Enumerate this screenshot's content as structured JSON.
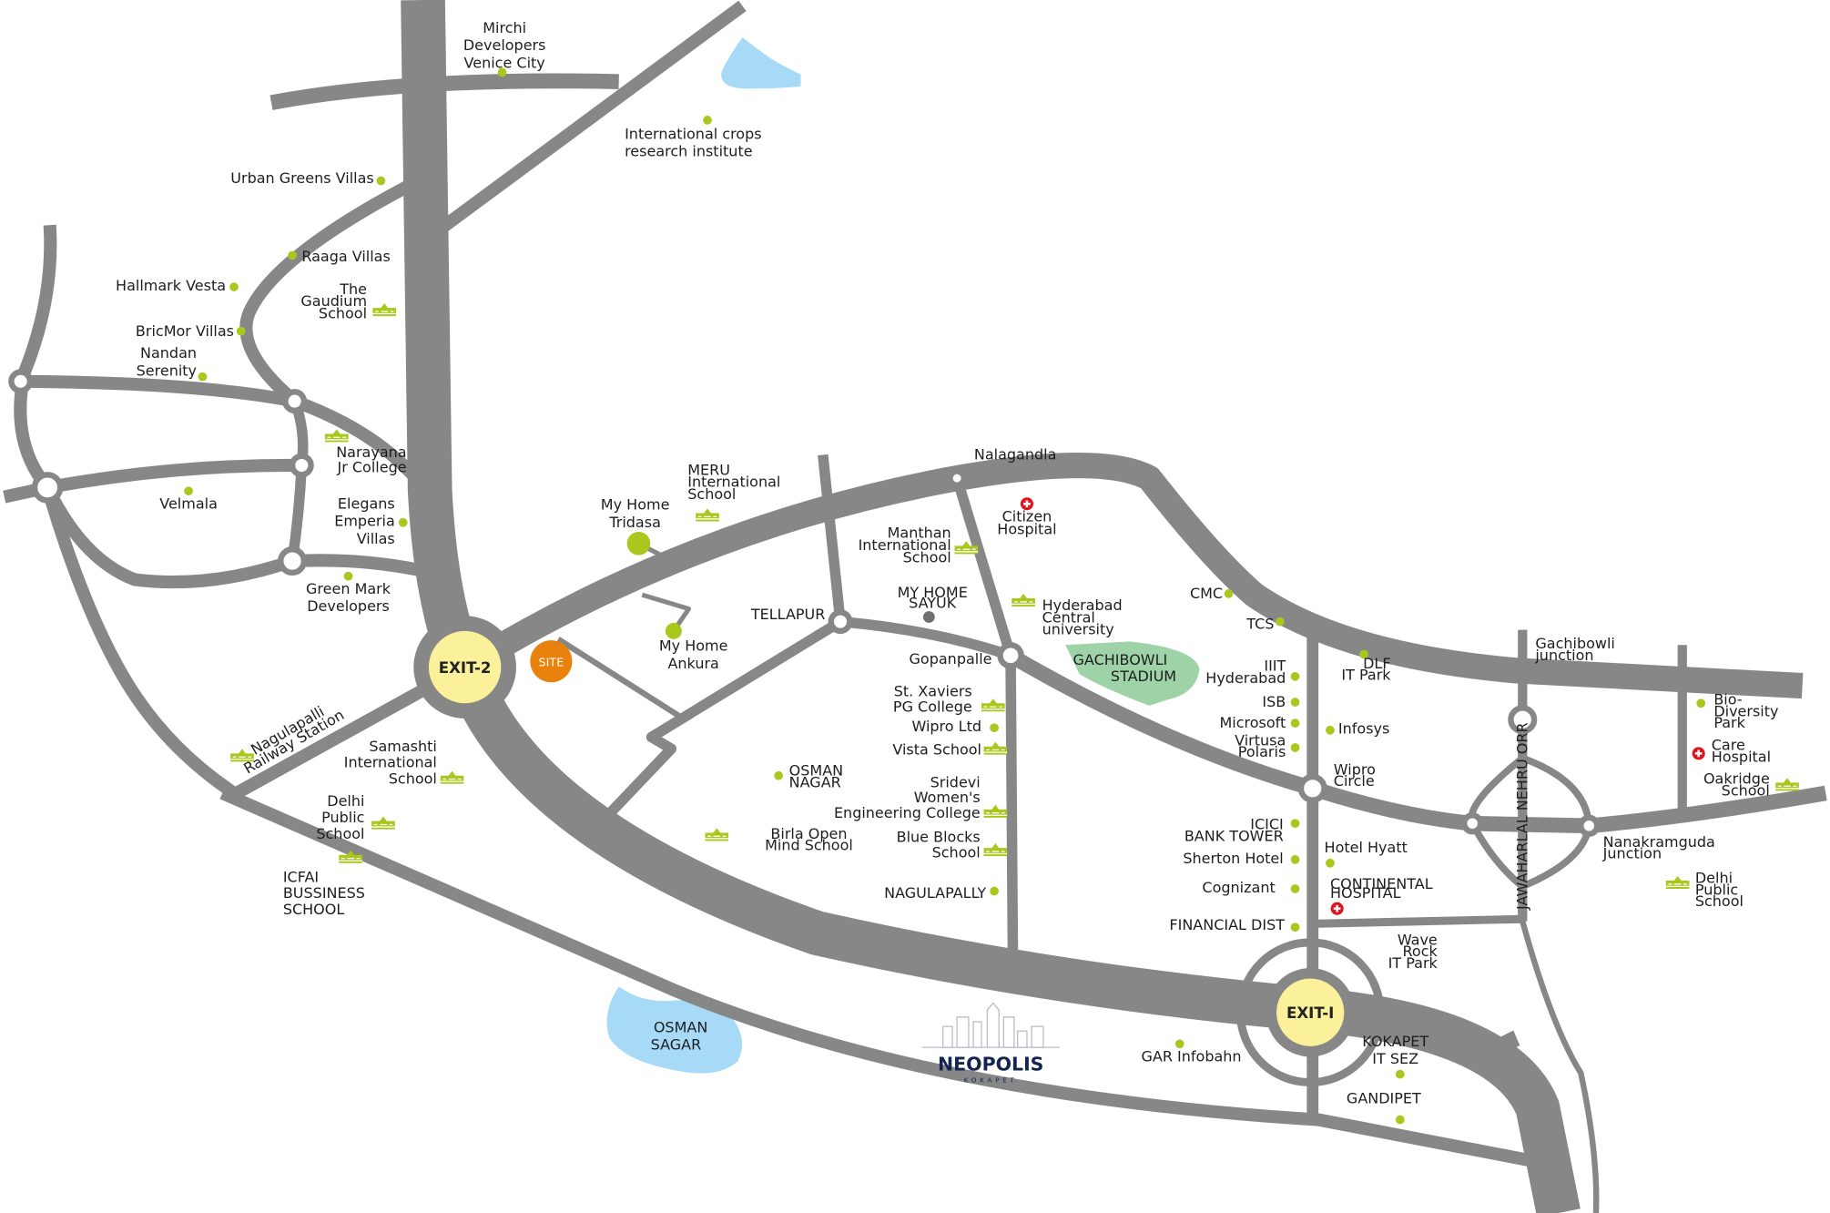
{
  "title": "Neopolis Kokapet location map",
  "brand": {
    "name": "NEOPOLIS",
    "sub": "KOKAPET"
  },
  "exits": {
    "exit2": "EXIT-2",
    "exit1": "EXIT-I",
    "site": "SITE"
  },
  "colors": {
    "road": "#878787",
    "poi": "#a8c81e",
    "water": "#a6daf6",
    "stadium": "#9ed3a8",
    "exit": "#fbf19a",
    "site": "#e8820c",
    "hospital": "#e0141e",
    "brand": "#13244f"
  },
  "areas": {
    "osman_sagar": [
      "OSMAN",
      "SAGAR"
    ],
    "stadium": [
      "GACHIBOWLI",
      "STADIUM"
    ],
    "orr": "JAWAHARLAL NEHRU ORR"
  },
  "pois": [
    {
      "id": "mirchi",
      "lines": [
        "Mirchi",
        "Developers",
        "Venice City"
      ],
      "icon": "dot"
    },
    {
      "id": "icrisat",
      "lines": [
        "International crops",
        "research institute"
      ],
      "icon": "dot"
    },
    {
      "id": "urban",
      "lines": [
        "Urban Greens Villas"
      ],
      "icon": "dot"
    },
    {
      "id": "raaga",
      "lines": [
        "Raaga Villas"
      ],
      "icon": "dot"
    },
    {
      "id": "hallmark",
      "lines": [
        "Hallmark Vesta"
      ],
      "icon": "dot"
    },
    {
      "id": "gaudium",
      "lines": [
        "The",
        "Gaudium",
        "School"
      ],
      "icon": "school"
    },
    {
      "id": "bricmor",
      "lines": [
        "BricMor Villas"
      ],
      "icon": "dot"
    },
    {
      "id": "nandan",
      "lines": [
        "Nandan",
        "Serenity"
      ],
      "icon": "dot"
    },
    {
      "id": "narayana",
      "lines": [
        "Narayana",
        "Jr College"
      ],
      "icon": "school"
    },
    {
      "id": "velmala",
      "lines": [
        "Velmala"
      ],
      "icon": "dot"
    },
    {
      "id": "elegans",
      "lines": [
        "Elegans",
        "Emperia",
        "Villas"
      ],
      "icon": "dot"
    },
    {
      "id": "greenmark",
      "lines": [
        "Green Mark",
        "Developers"
      ],
      "icon": "dot"
    },
    {
      "id": "nagulapalli_rs",
      "lines": [
        "Nagulapalli",
        "Railway Station"
      ],
      "icon": "school"
    },
    {
      "id": "samashti",
      "lines": [
        "Samashti",
        "International",
        "School"
      ],
      "icon": "school"
    },
    {
      "id": "dps_left",
      "lines": [
        "Delhi",
        "Public",
        "School"
      ],
      "icon": "school"
    },
    {
      "id": "icfai",
      "lines": [
        "ICFAI",
        "BUSSINESS",
        "SCHOOL"
      ],
      "icon": "school"
    },
    {
      "id": "meru",
      "lines": [
        "MERU",
        "International",
        "School"
      ],
      "icon": "school"
    },
    {
      "id": "tridasa",
      "lines": [
        "My Home",
        "Tridasa"
      ],
      "icon": "bigdot"
    },
    {
      "id": "ankura",
      "lines": [
        "My Home",
        "Ankura"
      ],
      "icon": "bigdot"
    },
    {
      "id": "manthan",
      "lines": [
        "Manthan",
        "International",
        "School"
      ],
      "icon": "school"
    },
    {
      "id": "nalagandla",
      "lines": [
        "Nalagandla"
      ],
      "icon": "none"
    },
    {
      "id": "citizen",
      "lines": [
        "Citizen",
        "Hospital"
      ],
      "icon": "hospital"
    },
    {
      "id": "hcu",
      "lines": [
        "Hyderabad",
        "Central",
        "university"
      ],
      "icon": "school"
    },
    {
      "id": "sayuk",
      "lines": [
        "MY HOME",
        "SAYUK"
      ],
      "icon": "graydot"
    },
    {
      "id": "tellapur",
      "lines": [
        "TELLAPUR"
      ],
      "icon": "none"
    },
    {
      "id": "gopanpalle",
      "lines": [
        "Gopanpalle"
      ],
      "icon": "none"
    },
    {
      "id": "cmc",
      "lines": [
        "CMC"
      ],
      "icon": "dot"
    },
    {
      "id": "tcs",
      "lines": [
        "TCS"
      ],
      "icon": "dot"
    },
    {
      "id": "dlf",
      "lines": [
        "DLF",
        "IT Park"
      ],
      "icon": "dot"
    },
    {
      "id": "iiit",
      "lines": [
        "IIIT",
        "Hyderabad"
      ],
      "icon": "dot"
    },
    {
      "id": "isb",
      "lines": [
        "ISB"
      ],
      "icon": "dot"
    },
    {
      "id": "microsoft",
      "lines": [
        "Microsoft"
      ],
      "icon": "dot"
    },
    {
      "id": "infosys",
      "lines": [
        "Infosys"
      ],
      "icon": "dot"
    },
    {
      "id": "virtusa",
      "lines": [
        "Virtusa",
        "Polaris"
      ],
      "icon": "dot"
    },
    {
      "id": "wipro_circle",
      "lines": [
        "Wipro",
        "Circle"
      ],
      "icon": "none"
    },
    {
      "id": "gachibowli_jn",
      "lines": [
        "Gachibowli",
        "junction"
      ],
      "icon": "none"
    },
    {
      "id": "biodiversity",
      "lines": [
        "Bio-",
        "Diversity",
        "Park"
      ],
      "icon": "dot"
    },
    {
      "id": "care",
      "lines": [
        "Care",
        "Hospital"
      ],
      "icon": "hospital"
    },
    {
      "id": "oakridge",
      "lines": [
        "Oakridge",
        "School"
      ],
      "icon": "school"
    },
    {
      "id": "nanakramguda",
      "lines": [
        "Nanakramguda",
        "Junction"
      ],
      "icon": "none"
    },
    {
      "id": "dps_right",
      "lines": [
        "Delhi",
        "Public",
        "School"
      ],
      "icon": "school"
    },
    {
      "id": "icici",
      "lines": [
        "ICICI",
        "BANK TOWER"
      ],
      "icon": "dot"
    },
    {
      "id": "hyatt",
      "lines": [
        "Hotel Hyatt"
      ],
      "icon": "dot"
    },
    {
      "id": "sherton",
      "lines": [
        "Sherton Hotel"
      ],
      "icon": "dot"
    },
    {
      "id": "cognizant",
      "lines": [
        "Cognizant"
      ],
      "icon": "dot"
    },
    {
      "id": "continental",
      "lines": [
        "CONTINENTAL",
        "HOSPITAL"
      ],
      "icon": "hospital"
    },
    {
      "id": "findist",
      "lines": [
        "FINANCIAL DIST"
      ],
      "icon": "dot"
    },
    {
      "id": "waverock",
      "lines": [
        "Wave",
        "Rock",
        "IT Park"
      ],
      "icon": "none"
    },
    {
      "id": "kokapet_sez",
      "lines": [
        "KOKAPET",
        "IT SEZ"
      ],
      "icon": "dot"
    },
    {
      "id": "gar",
      "lines": [
        "GAR Infobahn"
      ],
      "icon": "dot"
    },
    {
      "id": "gandipet",
      "lines": [
        "GANDIPET"
      ],
      "icon": "dot"
    },
    {
      "id": "nagulapally",
      "lines": [
        "NAGULAPALLY"
      ],
      "icon": "dot"
    },
    {
      "id": "xaviers",
      "lines": [
        "St. Xaviers",
        "PG College"
      ],
      "icon": "school"
    },
    {
      "id": "wiproltd",
      "lines": [
        "Wipro Ltd"
      ],
      "icon": "dot"
    },
    {
      "id": "vista",
      "lines": [
        "Vista School"
      ],
      "icon": "school"
    },
    {
      "id": "osmannagar",
      "lines": [
        "OSMAN",
        "NAGAR"
      ],
      "icon": "dot"
    },
    {
      "id": "sridevi",
      "lines": [
        "Sridevi",
        "Women's",
        "Engineering College"
      ],
      "icon": "school"
    },
    {
      "id": "birla",
      "lines": [
        "Birla Open",
        "Mind School"
      ],
      "icon": "school"
    },
    {
      "id": "blueblocks",
      "lines": [
        "Blue Blocks",
        "School"
      ],
      "icon": "school"
    }
  ]
}
